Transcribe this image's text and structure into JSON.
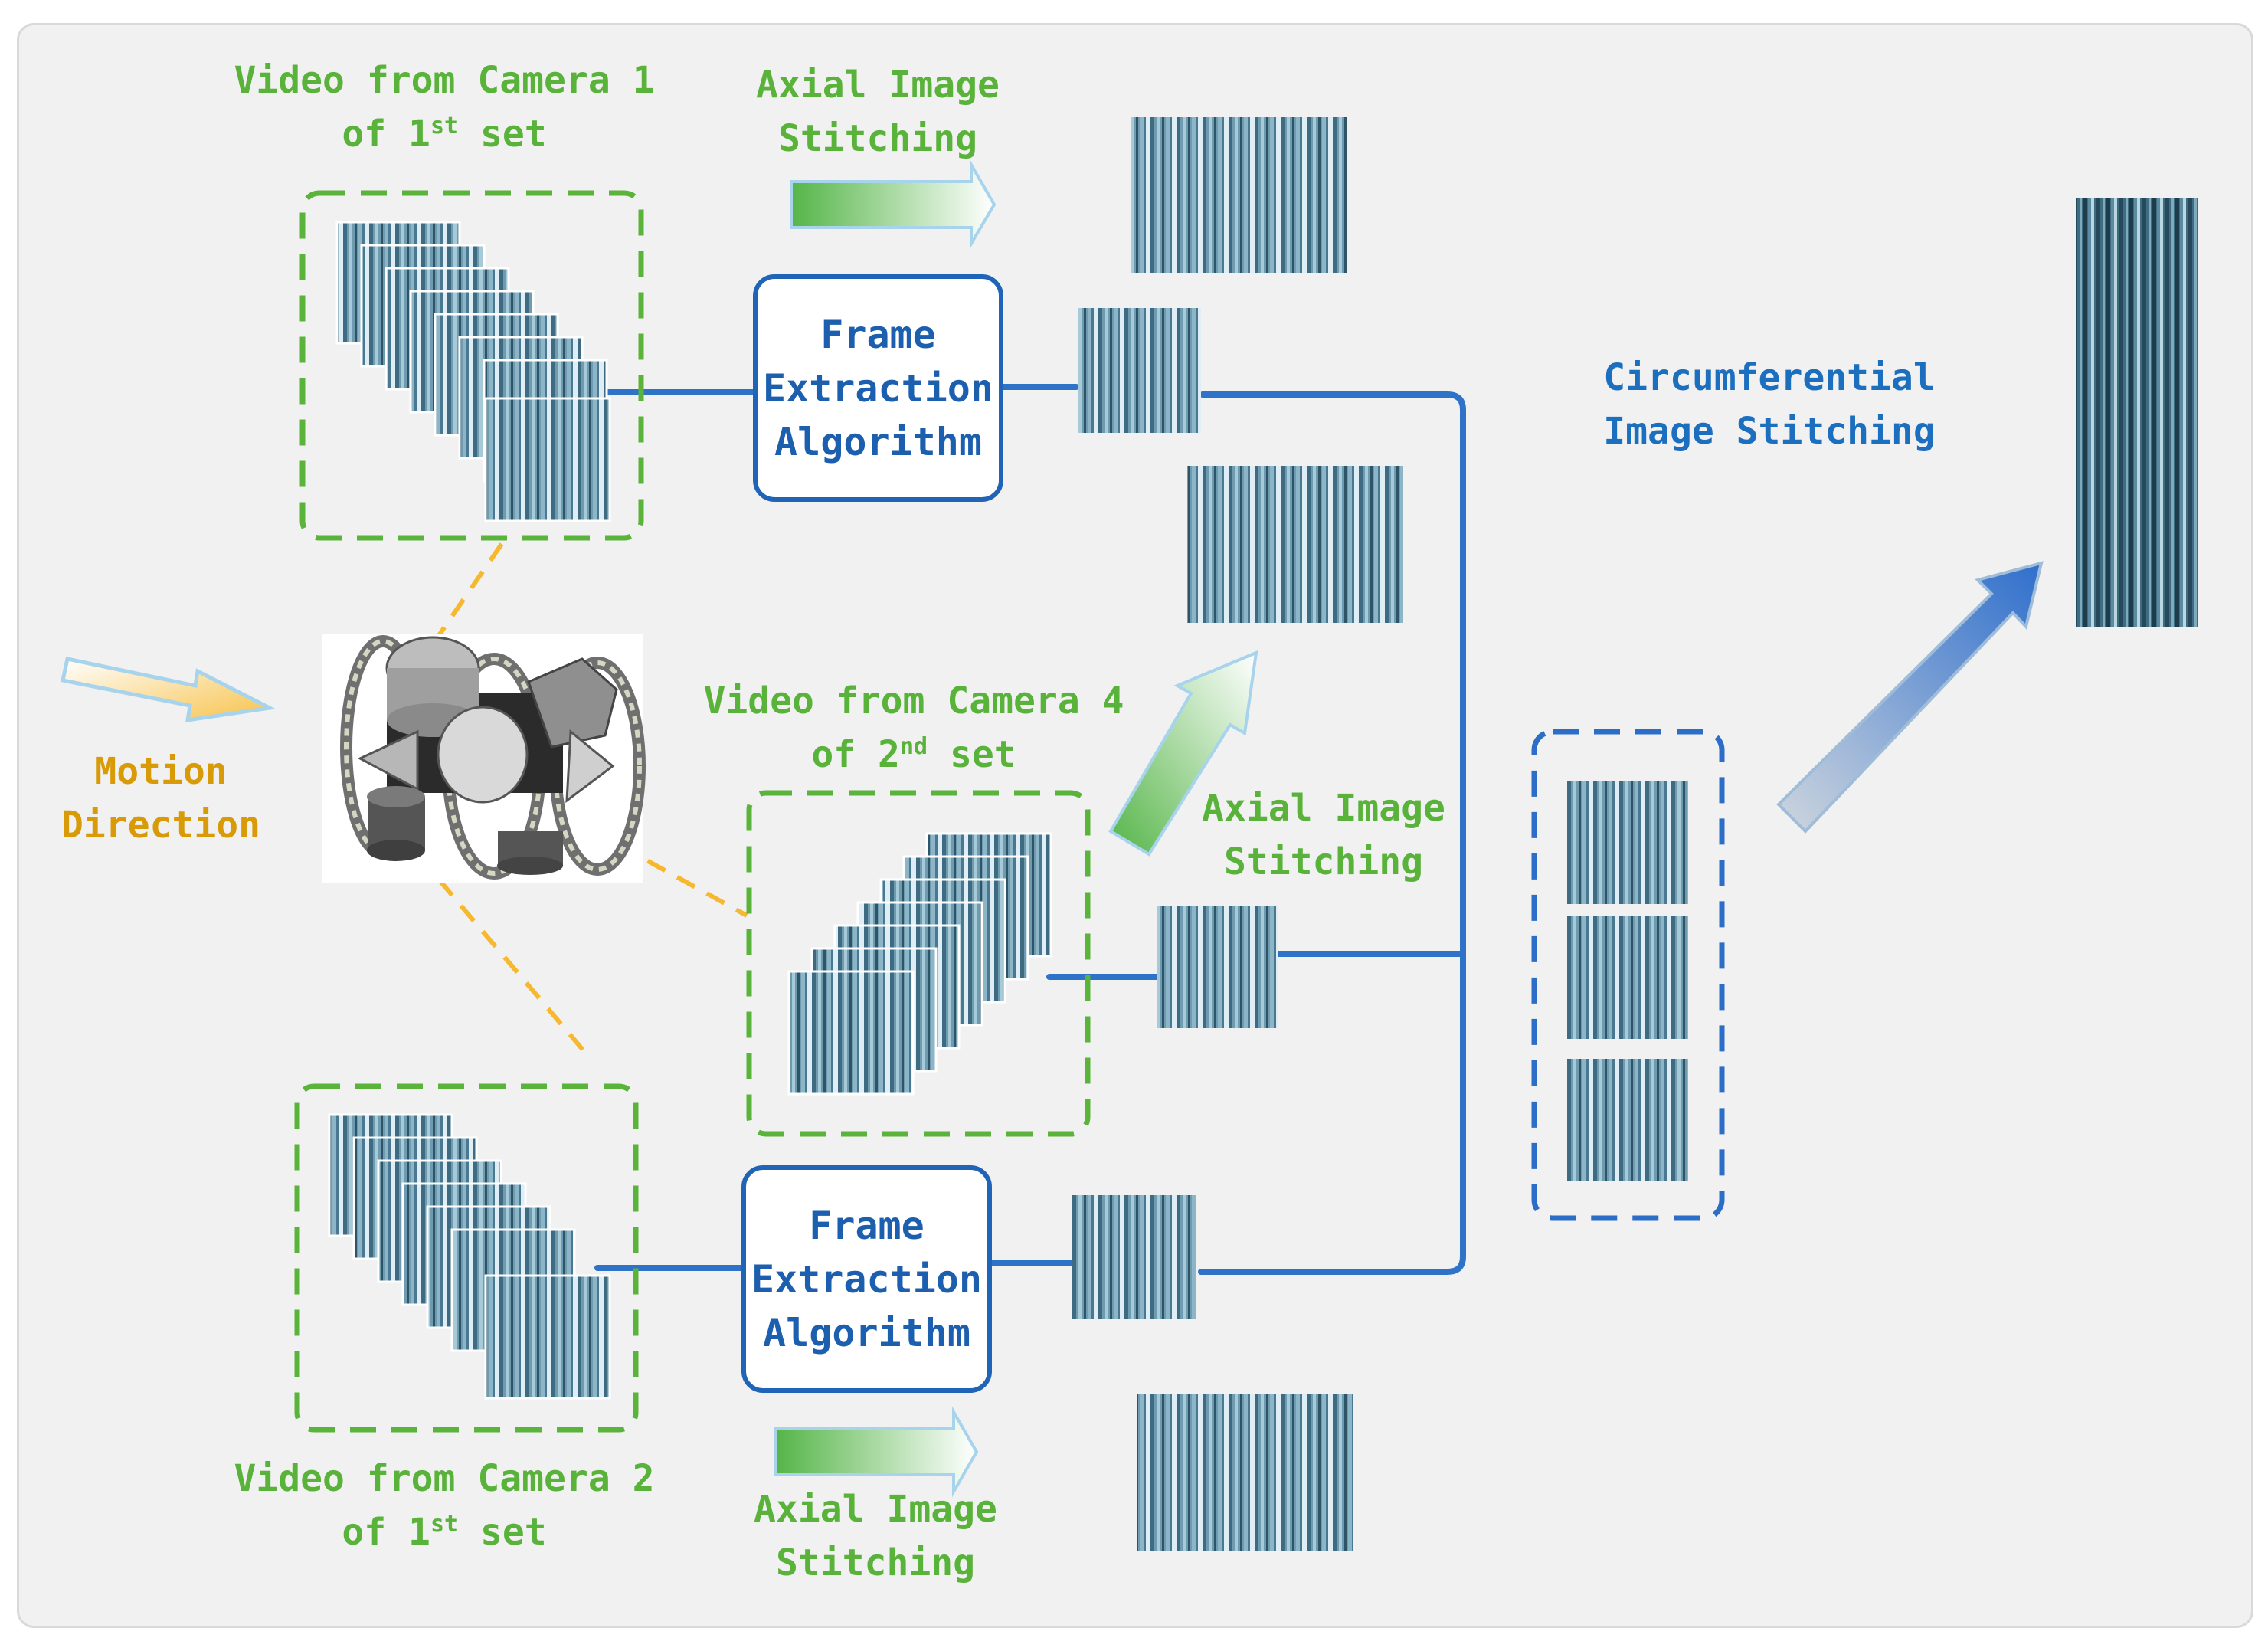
{
  "labels": {
    "camera1": {
      "line1": "Video from Camera 1",
      "line2_pre": "of 1",
      "line2_sup": "st",
      "line2_post": " set"
    },
    "camera4": {
      "line1": "Video from Camera 4",
      "line2_pre": "of 2",
      "line2_sup": "nd",
      "line2_post": " set"
    },
    "camera2": {
      "line1": "Video from Camera 2",
      "line2_pre": "of 1",
      "line2_sup": "st",
      "line2_post": " set"
    },
    "axial_top": {
      "line1": "Axial Image",
      "line2": "Stitching"
    },
    "axial_mid": {
      "line1": "Axial Image",
      "line2": "Stitching"
    },
    "axial_bottom": {
      "line1": "Axial Image",
      "line2": "Stitching"
    },
    "circumferential": {
      "line1": "Circumferential",
      "line2": "Image Stitching"
    },
    "motion": {
      "line1": "Motion",
      "line2": "Direction"
    }
  },
  "frame_extraction": {
    "top": {
      "line1": "Frame",
      "line2": "Extraction",
      "line3": "Algorithm"
    },
    "bottom": {
      "line1": "Frame",
      "line2": "Extraction",
      "line3": "Algorithm"
    }
  },
  "colors": {
    "green": "#59b23a",
    "blue": "#1c6fbf",
    "box_blue": "#1f64b7",
    "orange": "#d99a07",
    "dash_orange": "#f5b82e",
    "line_blue": "#2f73c9",
    "panel": "#f1f1f1"
  },
  "icons": {
    "robot": "pipe-inspection-robot-icon",
    "motion_arrow": "motion-arrow-icon",
    "axial_arrow": "gradient-arrow-icon",
    "circumferential_arrow": "gradient-arrow-icon"
  }
}
